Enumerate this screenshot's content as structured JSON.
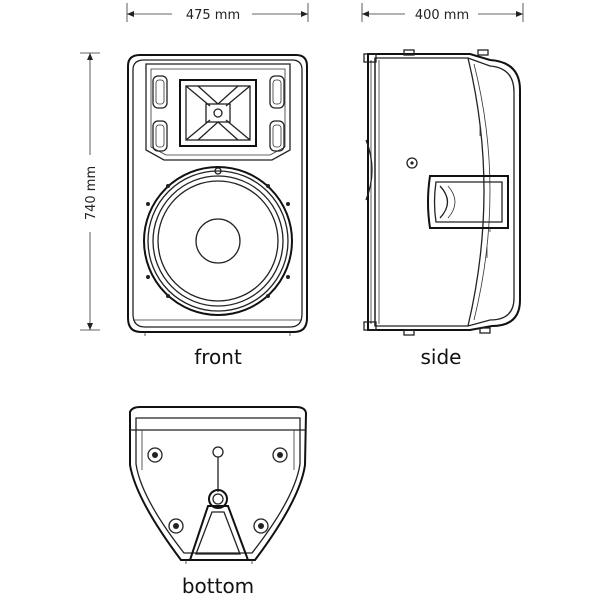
{
  "dimensions": {
    "width": "475 mm",
    "depth": "400 mm",
    "height": "740 mm"
  },
  "views": {
    "front": "front",
    "side": "side",
    "bottom": "bottom"
  }
}
